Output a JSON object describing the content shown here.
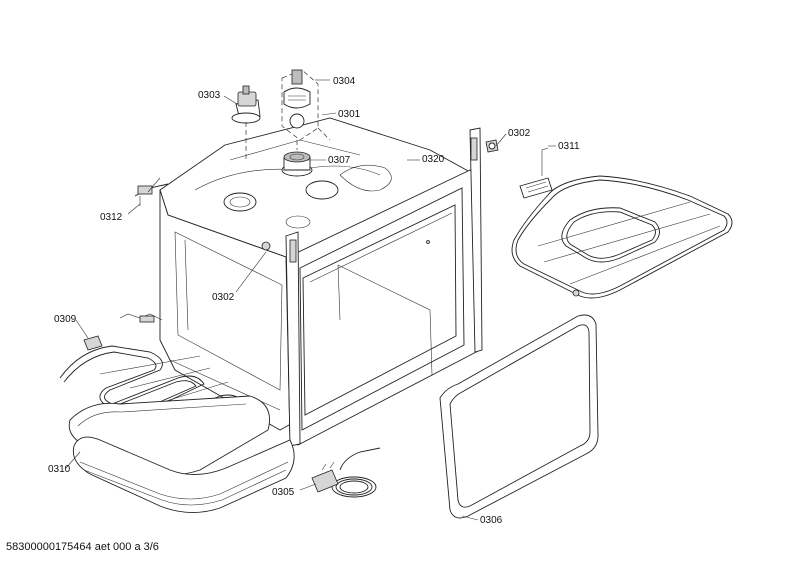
{
  "part_labels": {
    "p0304": "0304",
    "p0303": "0303",
    "p0301": "0301",
    "p0307": "0307",
    "p0320": "0320",
    "p0302_top": "0302",
    "p0311": "0311",
    "p0312": "0312",
    "p0302_mid": "0302",
    "p0309": "0309",
    "p0310": "0310",
    "p0305": "0305",
    "p0306": "0306"
  },
  "footer": {
    "doc_id": "58300000175464 aet 000 a 3/6"
  }
}
